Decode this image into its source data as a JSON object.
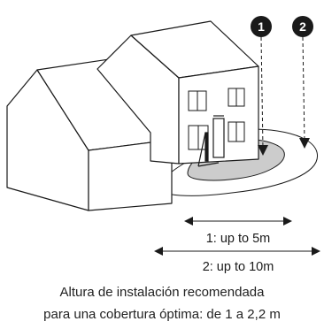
{
  "markers": [
    {
      "label": "1"
    },
    {
      "label": "2"
    }
  ],
  "ranges": [
    {
      "label": "1: up to 5m"
    },
    {
      "label": "2: up to 10m"
    }
  ],
  "caption": {
    "line1": "Altura de instalación recomendada",
    "line2": "para una cobertura óptima: de 1 a 2,2 m"
  },
  "colors": {
    "line": "#1a1a1a",
    "inner_zone": "#cccccc",
    "marker_fill": "#1a1a1a",
    "marker_text": "#ffffff"
  }
}
